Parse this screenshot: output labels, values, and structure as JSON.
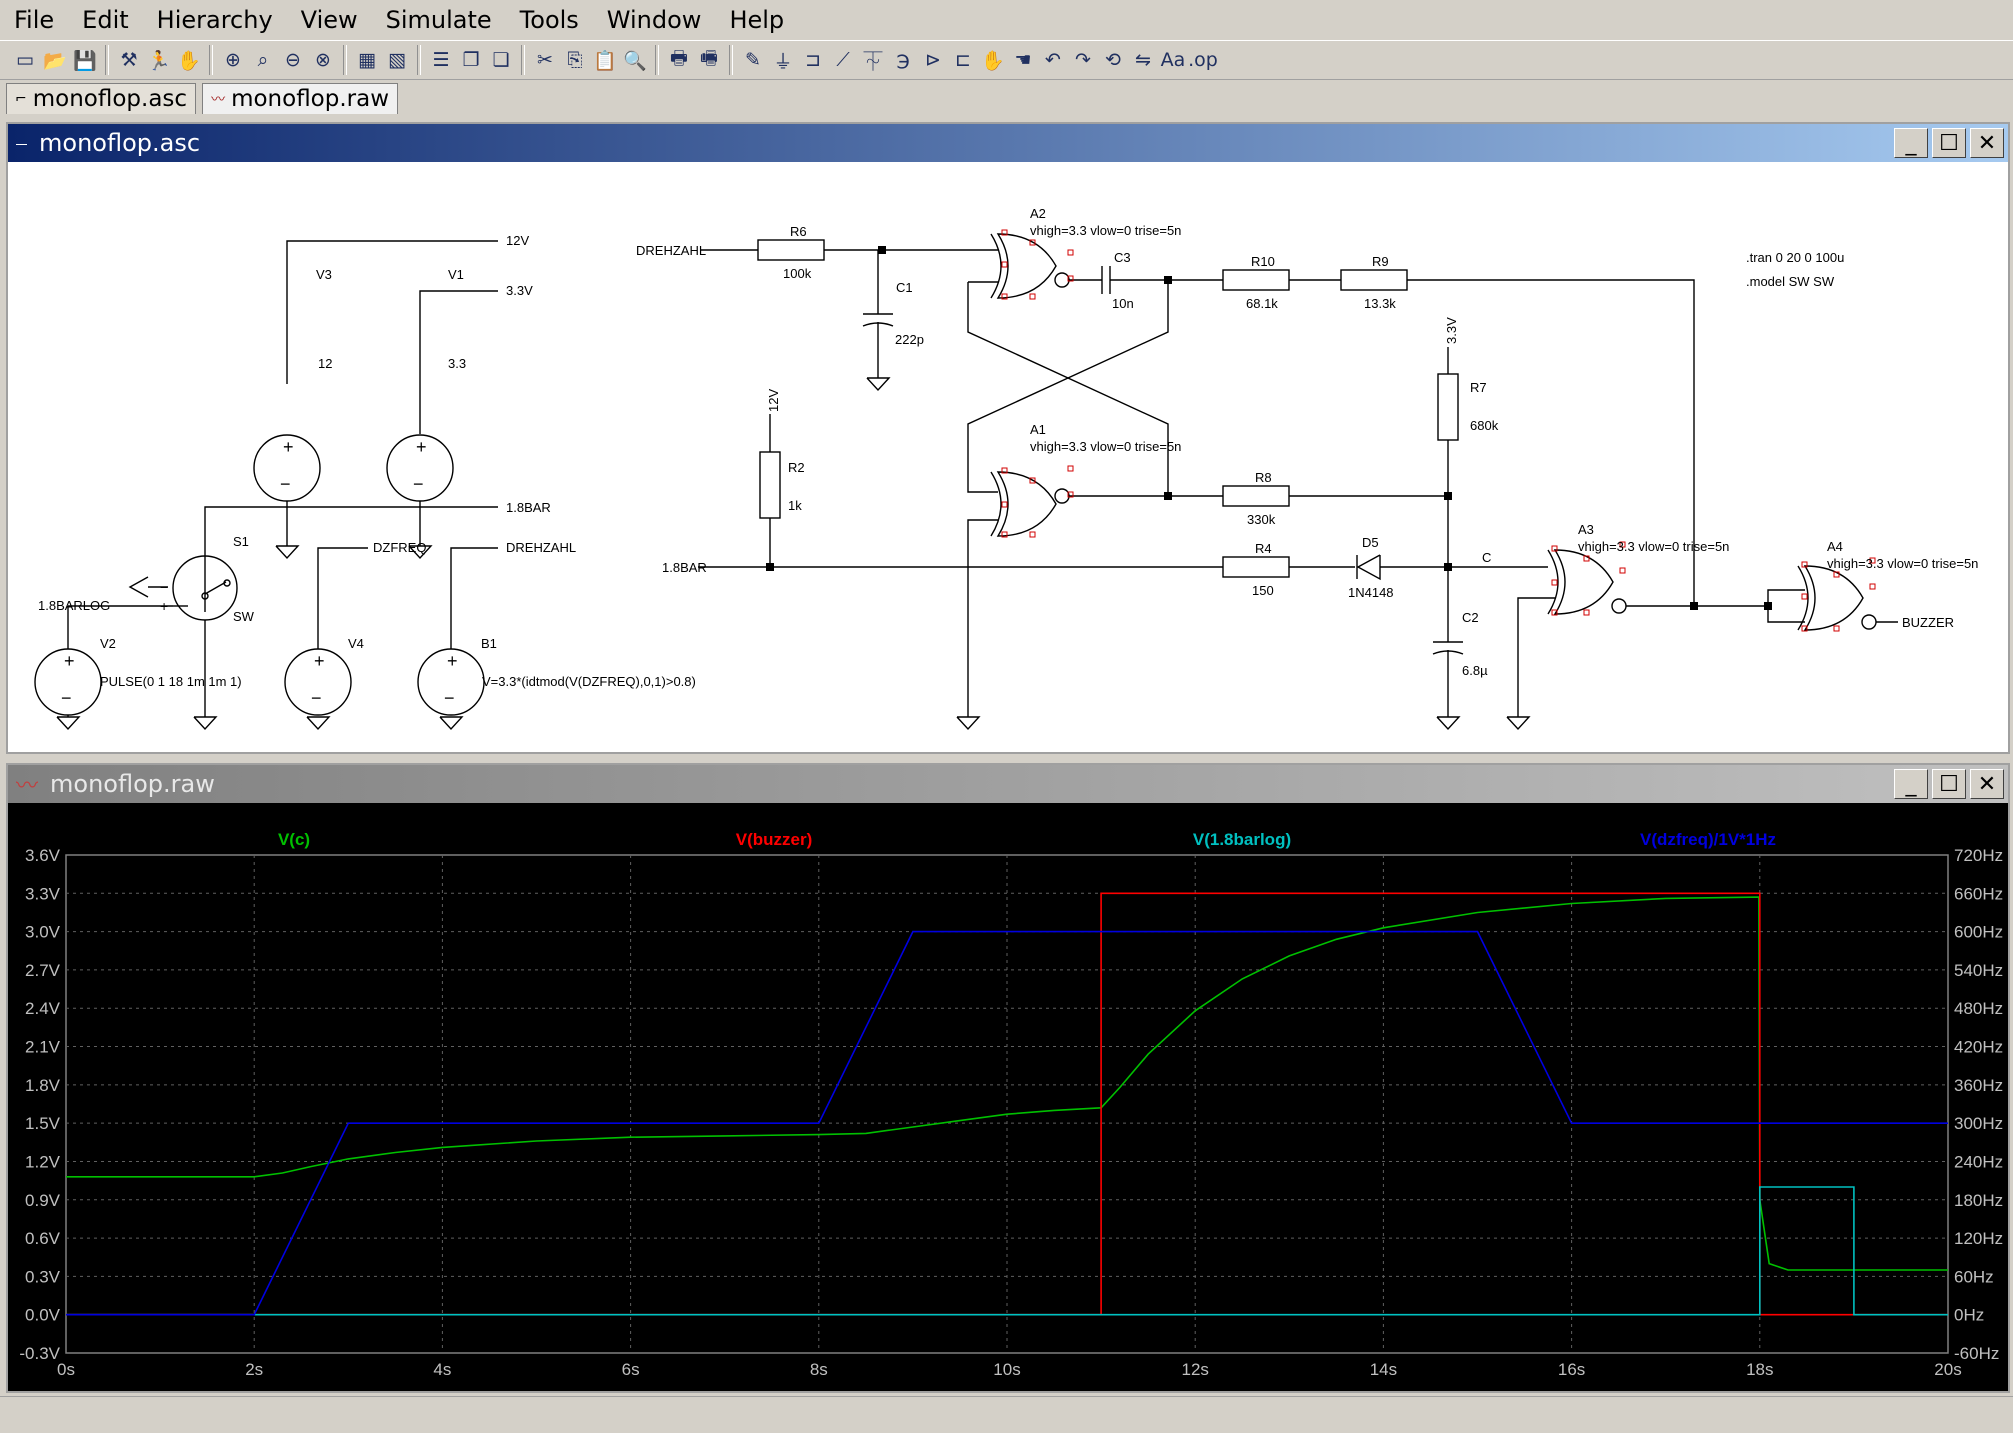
{
  "menu": [
    "File",
    "Edit",
    "Hierarchy",
    "View",
    "Simulate",
    "Tools",
    "Window",
    "Help"
  ],
  "tabs": [
    {
      "label": "monoflop.asc",
      "icon": "schematic-icon"
    },
    {
      "label": "monoflop.raw",
      "icon": "waveform-icon"
    }
  ],
  "schematic_window": {
    "title": "monoflop.asc",
    "labels": {
      "v3": "V3",
      "v3_val": "12",
      "v1": "V1",
      "v1_val": "3.3",
      "net_12v": "12V",
      "net_3v3": "3.3V",
      "s1": "S1",
      "sw": "SW",
      "net_18bar": "1.8BAR",
      "net_18barlog": "1.8BARLOG",
      "v2": "V2",
      "v2_val": "PULSE(0 1 18 1m 1m 1)",
      "v4": "V4",
      "net_dzfreq": "DZFREQ",
      "b1": "B1",
      "b1_val": "V=3.3*(idtmod(V(DZFREQ),0,1)>0.8)",
      "net_drehzahl": "DREHZAHL",
      "r6": "R6",
      "r6_val": "100k",
      "c1": "C1",
      "c1_val": "222p",
      "r2": "R2",
      "r2_val": "1k",
      "r2_net": "12V",
      "net_18bar_left": "1.8BAR",
      "net_drehzahl_left": "DREHZAHL",
      "a2": "A2",
      "a2_params": "vhigh=3.3 vlow=0 trise=5n",
      "a1": "A1",
      "a1_params": "vhigh=3.3 vlow=0 trise=5n",
      "c3": "C3",
      "c3_val": "10n",
      "r10": "R10",
      "r10_val": "68.1k",
      "r9": "R9",
      "r9_val": "13.3k",
      "r7": "R7",
      "r7_val": "680k",
      "r7_net": "3.3V",
      "r8": "R8",
      "r8_val": "330k",
      "r4": "R4",
      "r4_val": "150",
      "d5": "D5",
      "d5_val": "1N4148",
      "net_c": "C",
      "c2": "C2",
      "c2_val": "6.8µ",
      "a3": "A3",
      "a3_params": "vhigh=3.3 vlow=0 trise=5n",
      "a4": "A4",
      "a4_params": "vhigh=3.3 vlow=0 trise=5n",
      "net_buzzer": "BUZZER",
      "spice_tran": ".tran 0 20 0 100u",
      "spice_model": ".model SW SW"
    }
  },
  "plot_window": {
    "title": "monoflop.raw"
  },
  "chart_data": {
    "type": "line",
    "x_unit": "s",
    "xlim": [
      0,
      20
    ],
    "x_ticks": [
      "0s",
      "2s",
      "4s",
      "6s",
      "8s",
      "10s",
      "12s",
      "14s",
      "16s",
      "18s",
      "20s"
    ],
    "ylim_left": [
      -0.3,
      3.6
    ],
    "y_ticks_left": [
      "-0.3V",
      "0.0V",
      "0.3V",
      "0.6V",
      "0.9V",
      "1.2V",
      "1.5V",
      "1.8V",
      "2.1V",
      "2.4V",
      "2.7V",
      "3.0V",
      "3.3V",
      "3.6V"
    ],
    "ylim_right": [
      -60,
      720
    ],
    "y_ticks_right": [
      "-60Hz",
      "0Hz",
      "60Hz",
      "120Hz",
      "180Hz",
      "240Hz",
      "300Hz",
      "360Hz",
      "420Hz",
      "480Hz",
      "540Hz",
      "600Hz",
      "660Hz",
      "720Hz"
    ],
    "grid": true,
    "background": "#000000",
    "series": [
      {
        "name": "V(c)",
        "color": "#00c000",
        "axis": "left",
        "x": [
          0,
          2,
          2.3,
          2.6,
          3,
          3.5,
          4,
          5,
          6,
          7,
          8,
          8.5,
          9,
          9.5,
          10,
          10.5,
          11,
          11.2,
          11.5,
          12,
          12.5,
          13,
          13.5,
          14,
          15,
          16,
          17,
          17.99,
          18,
          18.1,
          18.3,
          19,
          20
        ],
        "y": [
          1.08,
          1.08,
          1.11,
          1.16,
          1.22,
          1.27,
          1.31,
          1.36,
          1.39,
          1.4,
          1.41,
          1.42,
          1.47,
          1.52,
          1.57,
          1.6,
          1.62,
          1.78,
          2.04,
          2.38,
          2.63,
          2.81,
          2.94,
          3.03,
          3.15,
          3.22,
          3.26,
          3.27,
          0.9,
          0.4,
          0.35,
          0.35,
          0.35
        ]
      },
      {
        "name": "V(buzzer)",
        "color": "#ff0000",
        "axis": "left",
        "x": [
          0,
          11,
          11,
          18,
          18,
          20
        ],
        "y": [
          0,
          0,
          3.3,
          3.3,
          0,
          0
        ]
      },
      {
        "name": "V(1.8barlog)",
        "color": "#00c0c0",
        "axis": "left",
        "x": [
          0,
          18,
          18,
          19,
          19,
          20
        ],
        "y": [
          0,
          0,
          1.0,
          1.0,
          0,
          0
        ]
      },
      {
        "name": "V(dzfreq)/1V*1Hz",
        "color": "#0000e0",
        "axis": "right",
        "x": [
          0,
          2,
          3,
          8,
          9,
          15,
          16,
          20
        ],
        "y": [
          0,
          0,
          300,
          300,
          600,
          600,
          300,
          300
        ]
      }
    ]
  }
}
